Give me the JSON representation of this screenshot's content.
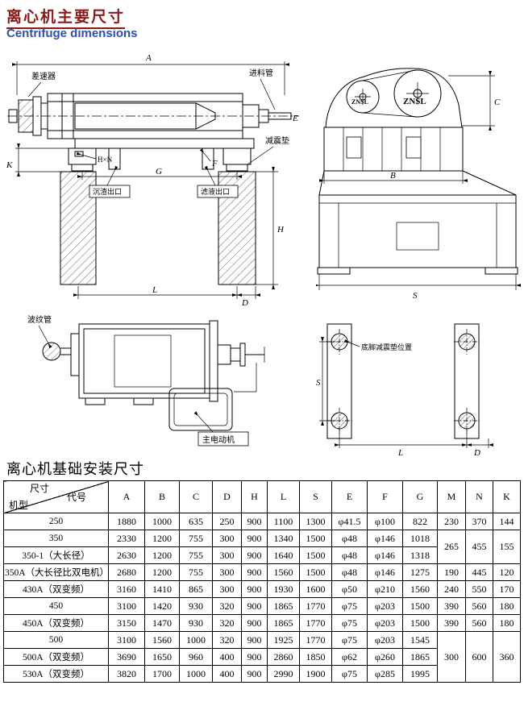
{
  "page": {
    "title_zh": "离心机主要尺寸",
    "title_en": "Centrifuge dimensions",
    "section_title": "离心机基础安装尺寸"
  },
  "drawings": {
    "side_view": {
      "dim_a": "A",
      "dim_e": "E",
      "dim_k": "K",
      "dim_g": "G",
      "dim_f": "F",
      "dim_h": "H",
      "dim_l": "L",
      "dim_d": "D",
      "dim_hxn": "H×N",
      "label_differential": "差速器",
      "label_feed_pipe": "进料管",
      "label_damper": "减震垫",
      "label_sediment_outlet": "沉渣出口",
      "label_filtrate_outlet": "滤液出口"
    },
    "end_view": {
      "brand_left": "ZNSL",
      "brand_right": "ZNSL",
      "dim_c": "C",
      "dim_b": "B",
      "dim_s": "S"
    },
    "motor_view": {
      "label_bellows": "波纹管",
      "label_main_motor": "主电动机"
    },
    "foundation_view": {
      "label_pad_position": "底脚减震垫位置",
      "dim_s": "S",
      "dim_l": "L",
      "dim_d": "D"
    }
  },
  "table": {
    "corner": {
      "top": "尺寸",
      "mid": "代号",
      "bottom": "机型"
    },
    "columns": [
      "A",
      "B",
      "C",
      "D",
      "H",
      "L",
      "S",
      "E",
      "F",
      "G",
      "M",
      "N",
      "K"
    ],
    "rows": [
      {
        "model": "250",
        "A": "1880",
        "B": "1000",
        "C": "635",
        "D": "250",
        "H": "900",
        "L": "1100",
        "S": "1300",
        "E": "φ41.5",
        "F": "φ100",
        "G": "822",
        "M": "230",
        "N": "370",
        "K": "144"
      },
      {
        "model": "350",
        "A": "2330",
        "B": "1200",
        "C": "755",
        "D": "300",
        "H": "900",
        "L": "1340",
        "S": "1500",
        "E": "φ48",
        "F": "φ146",
        "G": "1018",
        "M": "265",
        "N": "455",
        "K": "155"
      },
      {
        "model": "350-1（大长径）",
        "A": "2630",
        "B": "1200",
        "C": "755",
        "D": "300",
        "H": "900",
        "L": "1640",
        "S": "1500",
        "E": "φ48",
        "F": "φ146",
        "G": "1318"
      },
      {
        "model": "350A（大长径比双电机）",
        "A": "2680",
        "B": "1200",
        "C": "755",
        "D": "300",
        "H": "900",
        "L": "1560",
        "S": "1500",
        "E": "φ48",
        "F": "φ146",
        "G": "1275",
        "M": "190",
        "N": "445",
        "K": "120"
      },
      {
        "model": "430A（双变频）",
        "A": "3160",
        "B": "1410",
        "C": "865",
        "D": "300",
        "H": "900",
        "L": "1930",
        "S": "1600",
        "E": "φ50",
        "F": "φ210",
        "G": "1560",
        "M": "240",
        "N": "550",
        "K": "170"
      },
      {
        "model": "450",
        "A": "3100",
        "B": "1420",
        "C": "930",
        "D": "320",
        "H": "900",
        "L": "1865",
        "S": "1770",
        "E": "φ75",
        "F": "φ203",
        "G": "1500",
        "M": "390",
        "N": "560",
        "K": "180"
      },
      {
        "model": "450A（双变频）",
        "A": "3150",
        "B": "1470",
        "C": "930",
        "D": "320",
        "H": "900",
        "L": "1865",
        "S": "1770",
        "E": "φ75",
        "F": "φ203",
        "G": "1500",
        "M": "390",
        "N": "560",
        "K": "180"
      },
      {
        "model": "500",
        "A": "3100",
        "B": "1560",
        "C": "1000",
        "D": "320",
        "H": "900",
        "L": "1925",
        "S": "1770",
        "E": "φ75",
        "F": "φ203",
        "G": "1545",
        "M": "300",
        "N": "600",
        "K": "360"
      },
      {
        "model": "500A（双变频）",
        "A": "3690",
        "B": "1650",
        "C": "960",
        "D": "400",
        "H": "900",
        "L": "2860",
        "S": "1850",
        "E": "φ62",
        "F": "φ260",
        "G": "1865"
      },
      {
        "model": "530A（双变频）",
        "A": "3820",
        "B": "1700",
        "C": "1000",
        "D": "400",
        "H": "900",
        "L": "2990",
        "S": "1900",
        "E": "φ75",
        "F": "φ285",
        "G": "1995"
      }
    ]
  }
}
